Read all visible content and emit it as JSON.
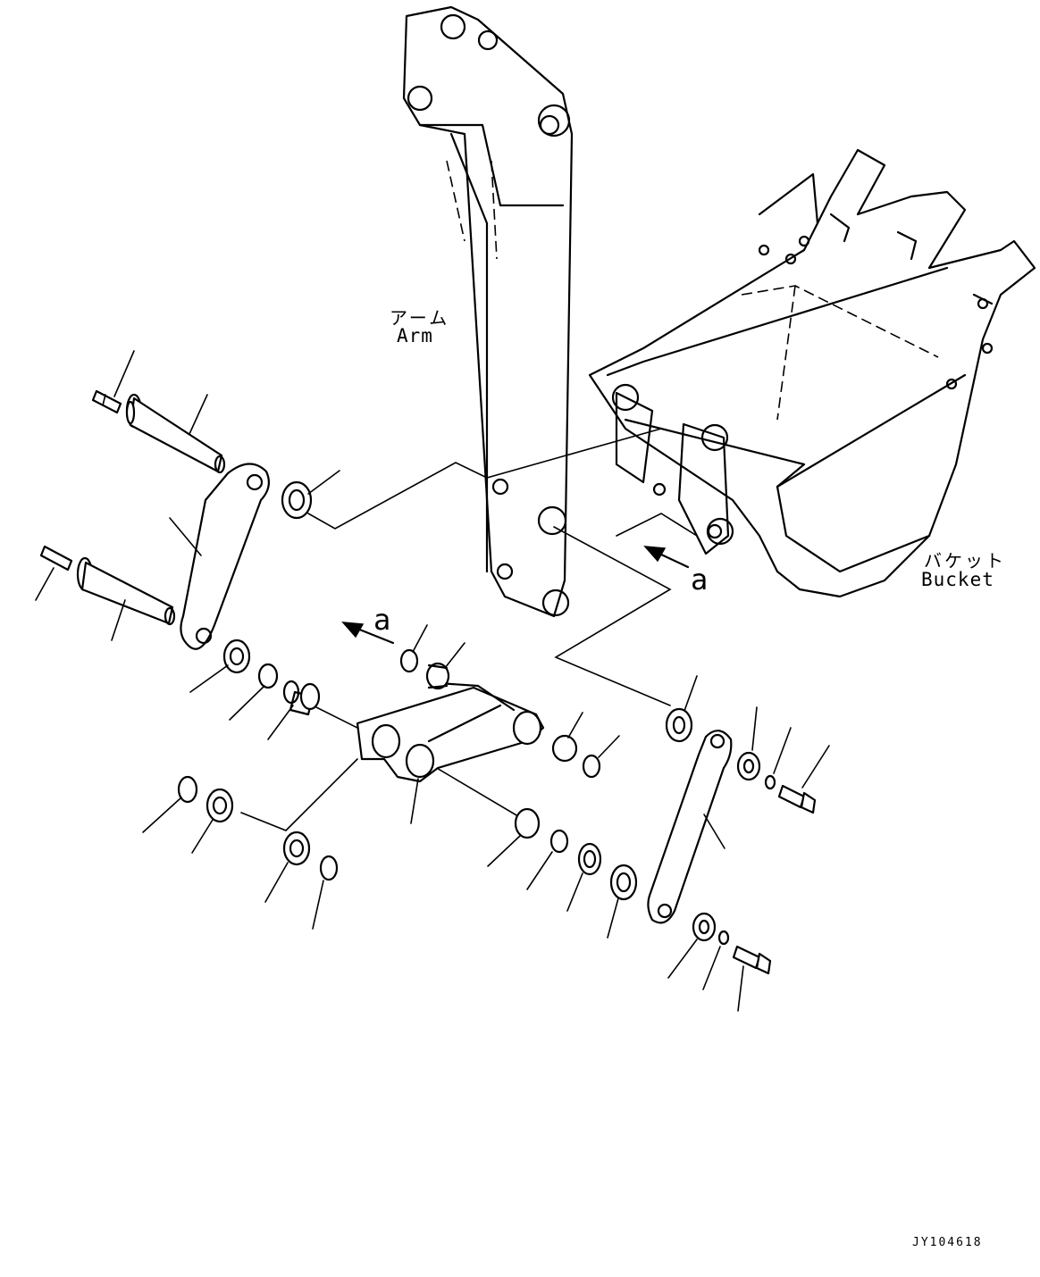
{
  "labels": {
    "arm_jp": "アーム",
    "arm_en": "Arm",
    "bucket_jp": "バケット",
    "bucket_en": "Bucket",
    "view_a_bucket": "a",
    "view_a_link": "a",
    "drawing_code": "JY104618"
  }
}
